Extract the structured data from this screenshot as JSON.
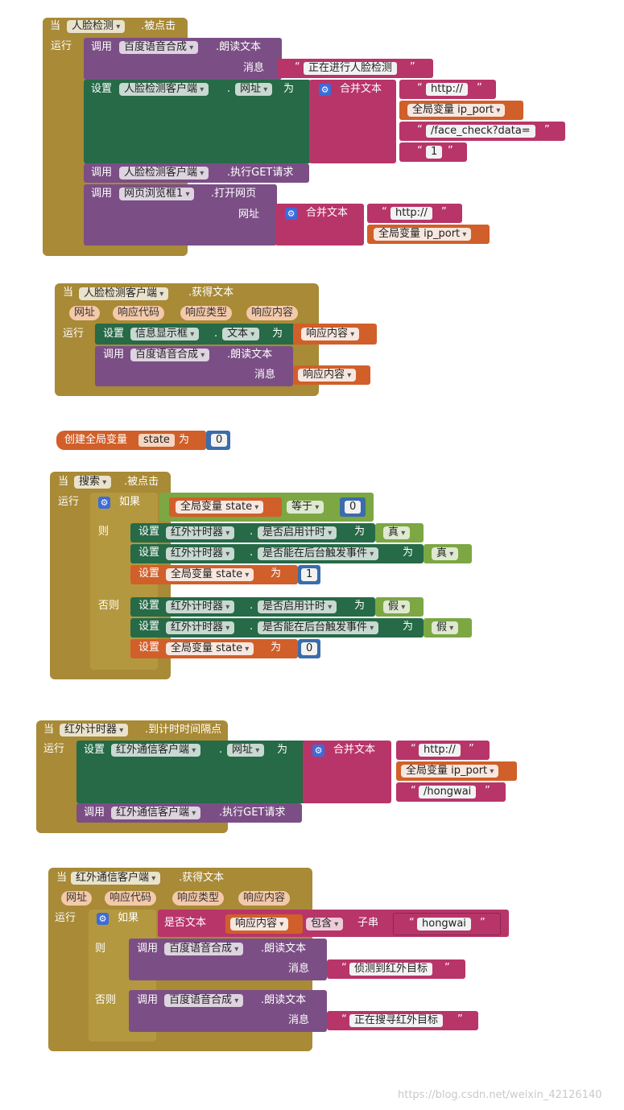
{
  "kw": {
    "when": "当",
    "run": "运行",
    "call": "调用",
    "set": "设置",
    "to": "为",
    "if": "如果",
    "then": "则",
    "else": "否则",
    "join": "合并文本",
    "message": "消息",
    "url": "网址",
    "dot": ".",
    "quote_open": "“",
    "quote_close": "”",
    "global_var": "全局变量 ip_port",
    "global_state": "全局变量 state",
    "init_global": "创建全局变量",
    "state": "state",
    "equals": "等于",
    "true": "真",
    "false": "假",
    "contains": "包含",
    "substring": "子串",
    "is_text": "是否文本"
  },
  "block1": {
    "component": "人脸检测",
    "event": ".被点击",
    "speak_component": "百度语音合成",
    "speak_method": ".朗读文本",
    "msg": "正在进行人脸检测",
    "set_component": "人脸检测客户端",
    "set_prop": "网址",
    "t1": "http://",
    "t2": "/face_check?data=",
    "t3": "1",
    "call2_component": "人脸检测客户端",
    "call2_method": ".执行GET请求",
    "call3_component": "网页浏览框1",
    "call3_method": ".打开网页",
    "t4": "http://"
  },
  "block2": {
    "component": "人脸检测客户端",
    "event": ".获得文本",
    "params": [
      "网址",
      "响应代码",
      "响应类型",
      "响应内容"
    ],
    "set_component": "信息显示框",
    "set_prop": "文本",
    "value": "响应内容",
    "speak_component": "百度语音合成",
    "speak_method": ".朗读文本",
    "msg_value": "响应内容"
  },
  "block3": {
    "value": "0"
  },
  "block4": {
    "component": "搜索",
    "event": ".被点击",
    "num": "0",
    "timer": "红外计时器",
    "enable": "是否启用计时",
    "bg": "是否能在后台触发事件",
    "one": "1",
    "zero": "0"
  },
  "block5": {
    "component": "红外计时器",
    "event": ".到计时时间隔点",
    "set_component": "红外通信客户端",
    "set_prop": "网址",
    "t1": "http://",
    "t2": "/hongwai",
    "call_component": "红外通信客户端",
    "call_method": ".执行GET请求"
  },
  "block6": {
    "component": "红外通信客户端",
    "event": ".获得文本",
    "params": [
      "网址",
      "响应代码",
      "响应类型",
      "响应内容"
    ],
    "resp": "响应内容",
    "needle": "hongwai",
    "speak_component": "百度语音合成",
    "speak_method": ".朗读文本",
    "msg_then": "侦测到红外目标",
    "msg_else": "正在搜寻红外目标"
  },
  "watermark": "https://blog.csdn.net/weixin_42126140"
}
